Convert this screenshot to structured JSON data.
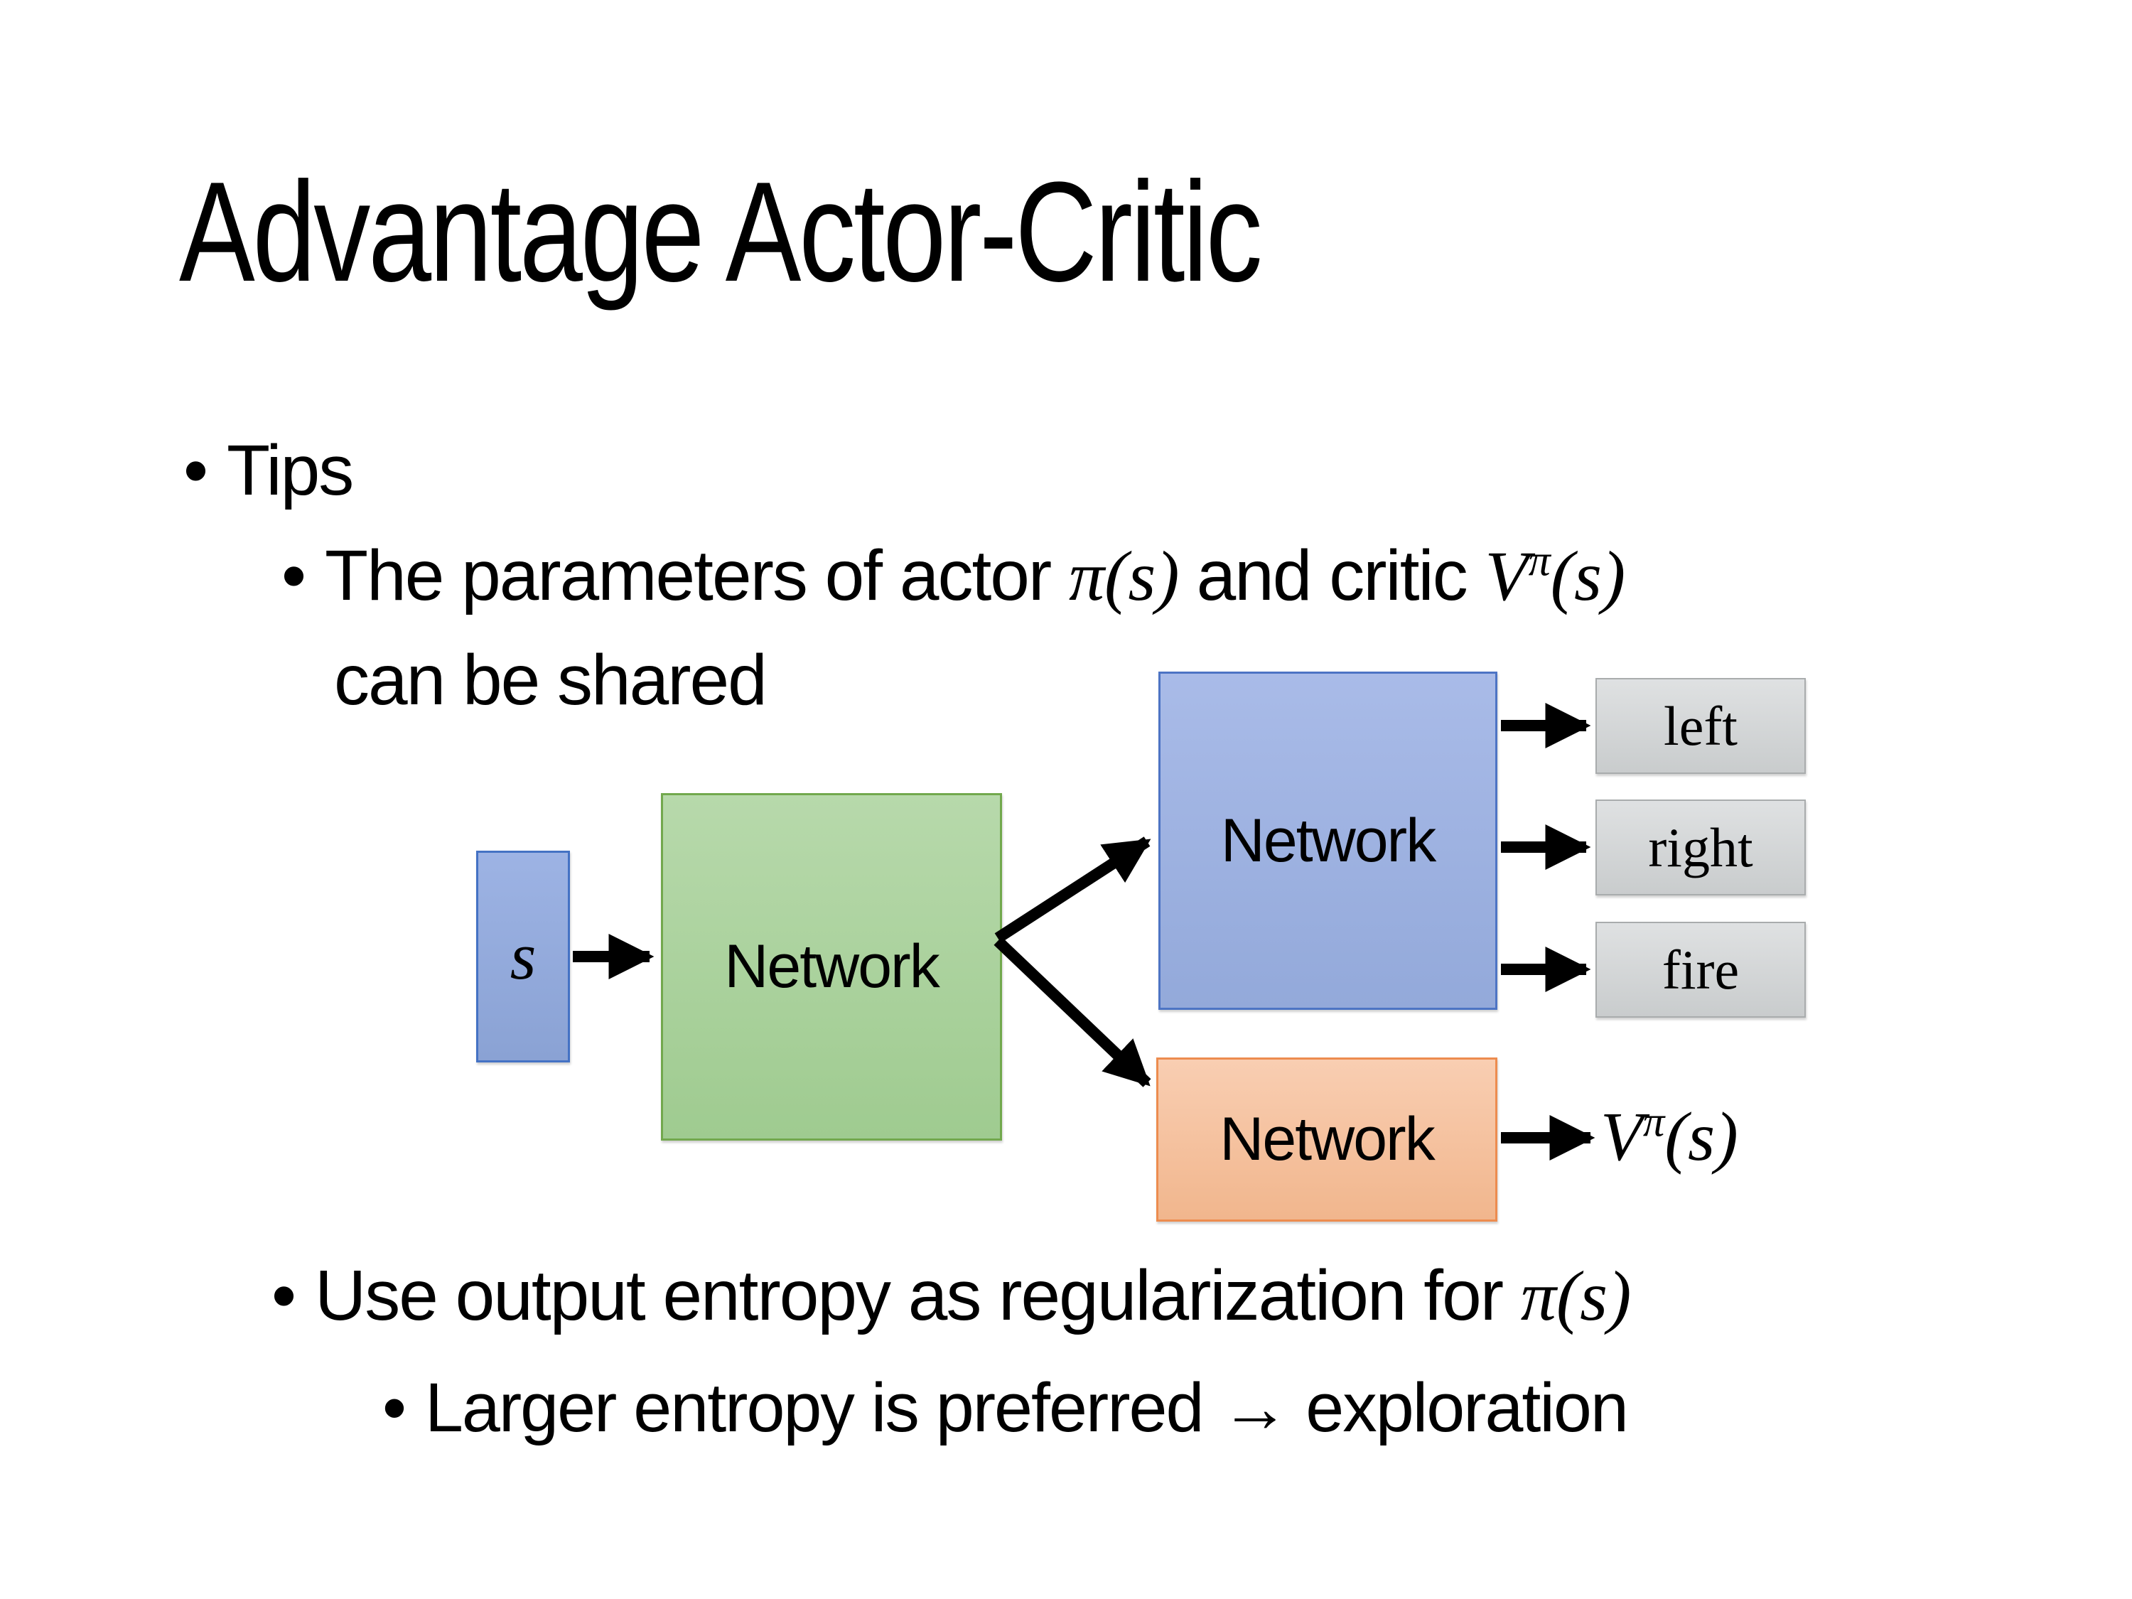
{
  "slide": {
    "title": "Advantage Actor-Critic",
    "bullet_char": "•",
    "tips_label": "Tips",
    "shared_params": {
      "text1": "The parameters of actor ",
      "actor_math": "π(s)",
      "text2": "and critic ",
      "critic_v": "V",
      "critic_sup": "π",
      "critic_args": "(s)",
      "line2": "can be shared"
    },
    "entropy": {
      "text1": "Use output entropy as regularization for ",
      "policy_math": "π(s)"
    },
    "exploration": "Larger entropy is preferred → exploration"
  },
  "diagram": {
    "state_label": "s",
    "shared_network_label": "Network",
    "actor_network_label": "Network",
    "critic_network_label": "Network",
    "action_labels": [
      "left",
      "right",
      "fire"
    ],
    "value_v": "V",
    "value_sup": "π",
    "value_args": "(s)",
    "colors": {
      "state_fill": "#93a9da",
      "state_border": "#4472c4",
      "shared_fill": "#a9d29b",
      "shared_border": "#72a84d",
      "actor_fill": "#9db0e0",
      "actor_border": "#4d74c4",
      "critic_fill": "#f5c2a0",
      "critic_border": "#ed8c4f",
      "action_fill": "#d2d4d6",
      "action_border": "#a9acad",
      "arrow": "#000000"
    }
  }
}
